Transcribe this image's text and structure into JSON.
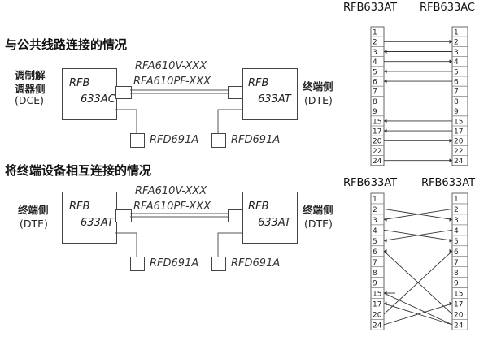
{
  "section1": {
    "title": "与公共线路连接的情况",
    "left_role_line1": "调制解",
    "left_role_line2": "调器侧",
    "left_role_line3": "(DCE)",
    "right_role_line1": "终端侧",
    "right_role_line2": "(DTE)",
    "left_box_line1": "RFB",
    "left_box_line2": "633AC",
    "right_box_line1": "RFB",
    "right_box_line2": "633AT",
    "cable_line1": "RFA610V-XXX",
    "cable_line2": "RFA610PF-XXX",
    "terminal_left": "RFD691A",
    "terminal_right": "RFD691A"
  },
  "section2": {
    "title": "将终端设备相互连接的情况",
    "left_role_line1": "终端侧",
    "left_role_line2": "(DTE)",
    "right_role_line1": "终端侧",
    "right_role_line2": "(DTE)",
    "left_box_line1": "RFB",
    "left_box_line2": "633AT",
    "right_box_line1": "RFB",
    "right_box_line2": "633AT",
    "cable_line1": "RFA610V-XXX",
    "cable_line2": "RFA610PF-XXX",
    "terminal_left": "RFD691A",
    "terminal_right": "RFD691A"
  },
  "table1": {
    "left_header": "RFB633AT",
    "right_header": "RFB633AC",
    "pins": [
      "1",
      "2",
      "3",
      "4",
      "5",
      "6",
      "7",
      "8",
      "9",
      "15",
      "17",
      "20",
      "22",
      "24"
    ]
  },
  "table2": {
    "left_header": "RFB633AT",
    "right_header": "RFB633AT",
    "pins": [
      "1",
      "2",
      "3",
      "4",
      "5",
      "6",
      "7",
      "8",
      "9",
      "15",
      "17",
      "20",
      "24"
    ]
  }
}
